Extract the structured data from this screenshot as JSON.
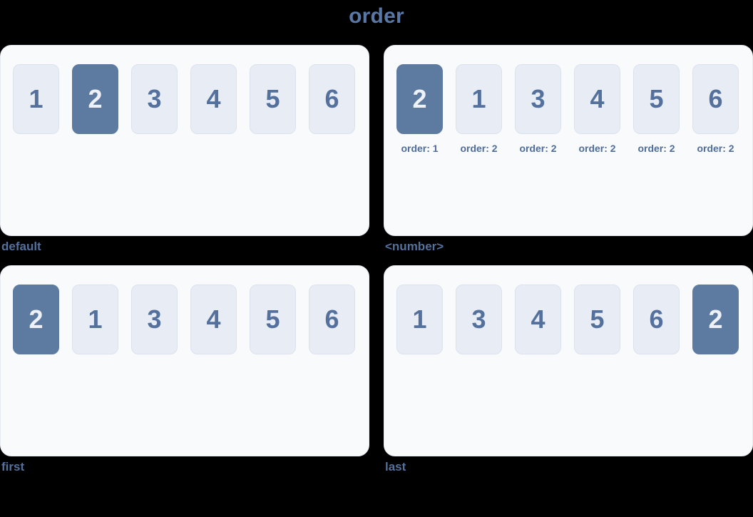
{
  "title": "order",
  "colors": {
    "page_background": "#000000",
    "panel_background": "#f8fafc",
    "panel_border": "#e7ebf2",
    "box_fill": "#e8edf5",
    "box_border": "#dbe2ee",
    "box_text": "#54719d",
    "highlight_fill": "#5d7ba1",
    "highlight_text": "#eef2f8",
    "heading_text": "#5878a8",
    "caption_text": "#53719f"
  },
  "panels": [
    {
      "label": "default",
      "items": [
        {
          "value": "1",
          "highlight": false
        },
        {
          "value": "2",
          "highlight": true
        },
        {
          "value": "3",
          "highlight": false
        },
        {
          "value": "4",
          "highlight": false
        },
        {
          "value": "5",
          "highlight": false
        },
        {
          "value": "6",
          "highlight": false
        }
      ]
    },
    {
      "label": "<number>",
      "items": [
        {
          "value": "2",
          "highlight": true,
          "order_label": "order: 1"
        },
        {
          "value": "1",
          "highlight": false,
          "order_label": "order: 2"
        },
        {
          "value": "3",
          "highlight": false,
          "order_label": "order: 2"
        },
        {
          "value": "4",
          "highlight": false,
          "order_label": "order: 2"
        },
        {
          "value": "5",
          "highlight": false,
          "order_label": "order: 2"
        },
        {
          "value": "6",
          "highlight": false,
          "order_label": "order: 2"
        }
      ]
    },
    {
      "label": "first",
      "items": [
        {
          "value": "2",
          "highlight": true
        },
        {
          "value": "1",
          "highlight": false
        },
        {
          "value": "3",
          "highlight": false
        },
        {
          "value": "4",
          "highlight": false
        },
        {
          "value": "5",
          "highlight": false
        },
        {
          "value": "6",
          "highlight": false
        }
      ]
    },
    {
      "label": "last",
      "items": [
        {
          "value": "1",
          "highlight": false
        },
        {
          "value": "3",
          "highlight": false
        },
        {
          "value": "4",
          "highlight": false
        },
        {
          "value": "5",
          "highlight": false
        },
        {
          "value": "6",
          "highlight": false
        },
        {
          "value": "2",
          "highlight": true
        }
      ]
    }
  ]
}
